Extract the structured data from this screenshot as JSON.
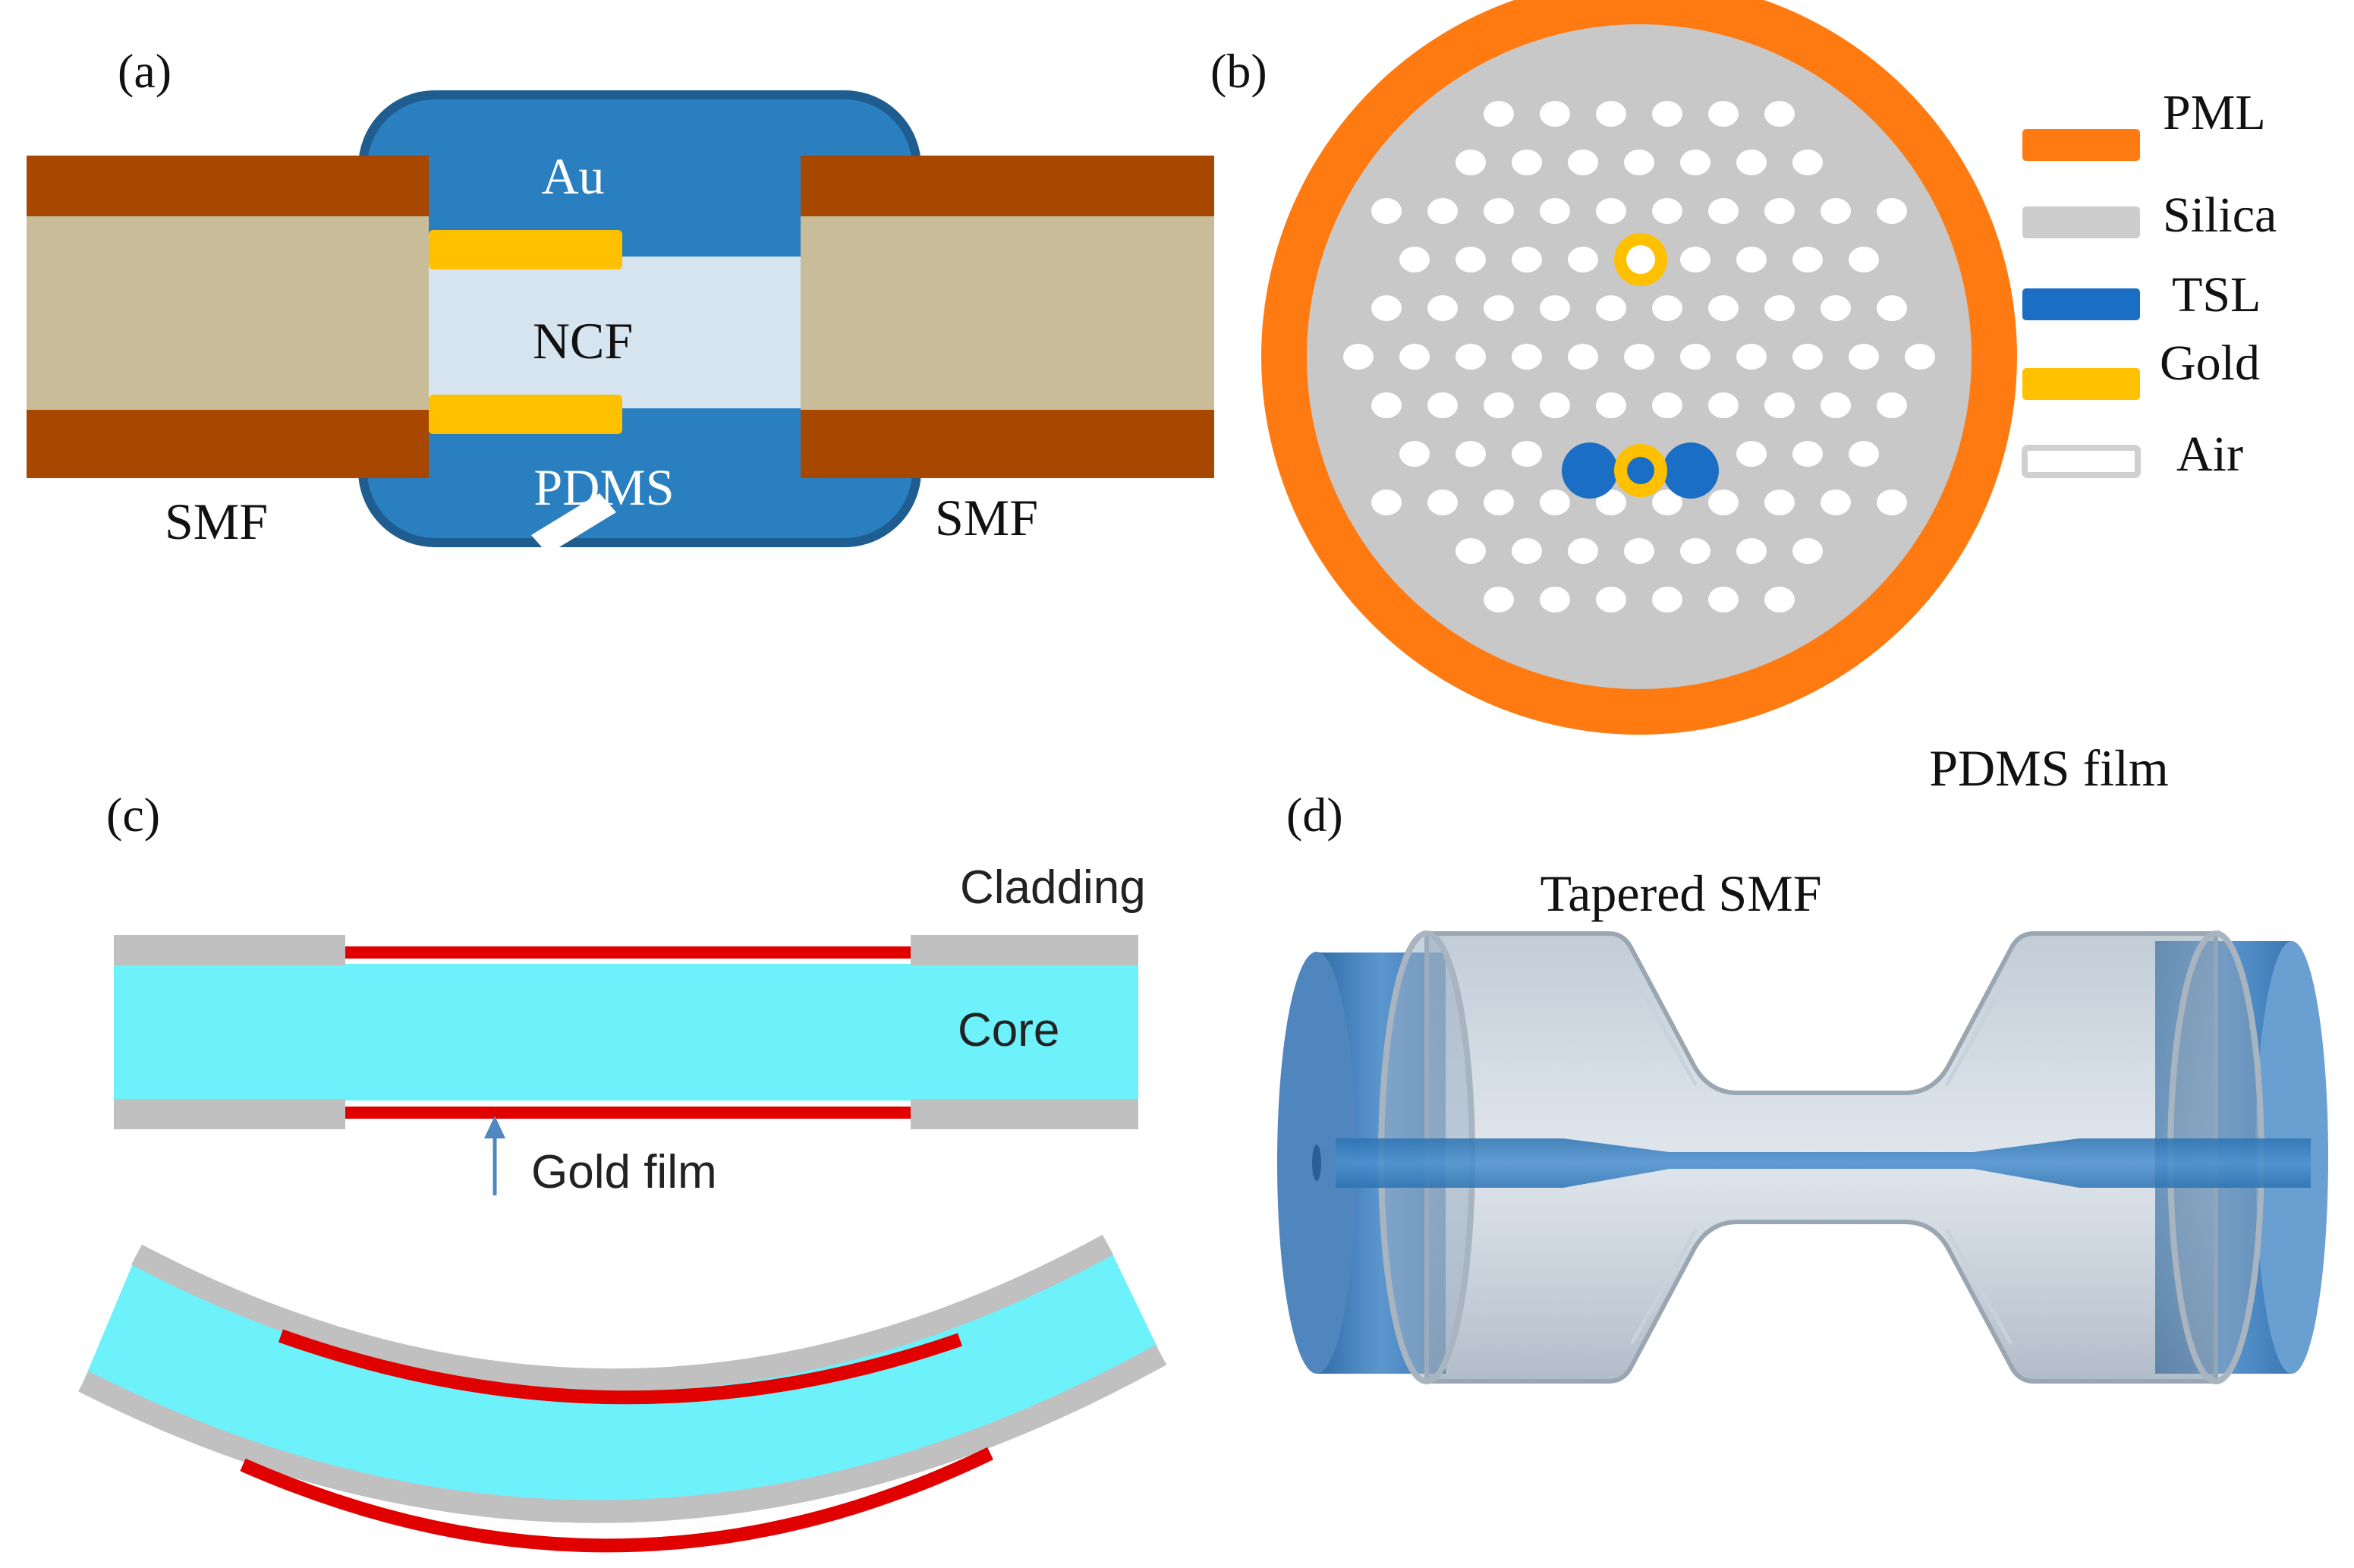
{
  "panels": {
    "a": {
      "label": "(a)",
      "layer_labels": {
        "au": "Au",
        "ncf": "NCF",
        "pdms": "PDMS"
      },
      "fiber_left": "SMF",
      "fiber_right": "SMF"
    },
    "b": {
      "label": "(b)",
      "legend": [
        {
          "name": "PML",
          "color": "#ff7a10"
        },
        {
          "name": "Silica",
          "color": "#cdcdcd"
        },
        {
          "name": "TSL",
          "color": "#1a6fc4"
        },
        {
          "name": "Gold",
          "color": "#ffc000"
        },
        {
          "name": "Air",
          "color": "#ffffff"
        }
      ]
    },
    "c": {
      "label": "(c)",
      "cladding": "Cladding",
      "core": "Core",
      "gold_film": "Gold film"
    },
    "d": {
      "label": "(d)",
      "pdms_film": "PDMS film",
      "tapered_smf": "Tapered SMF"
    }
  },
  "colors": {
    "smf_jacket": "#a84800",
    "smf_core": "#c8bd98",
    "pdms_blue": "#2a7fc0",
    "pdms_border": "#1f5d90",
    "ncf": "#d5e4ef",
    "gold": "#ffc000",
    "pml": "#ff7a10",
    "silica": "#c8c8c8",
    "tsl": "#1a6fc4",
    "air": "#ffffff",
    "cladding_gray": "#c0c0c0",
    "core_cyan": "#6df1fb",
    "gold_film_red": "#e00000",
    "arrow_blue": "#4f88be"
  }
}
